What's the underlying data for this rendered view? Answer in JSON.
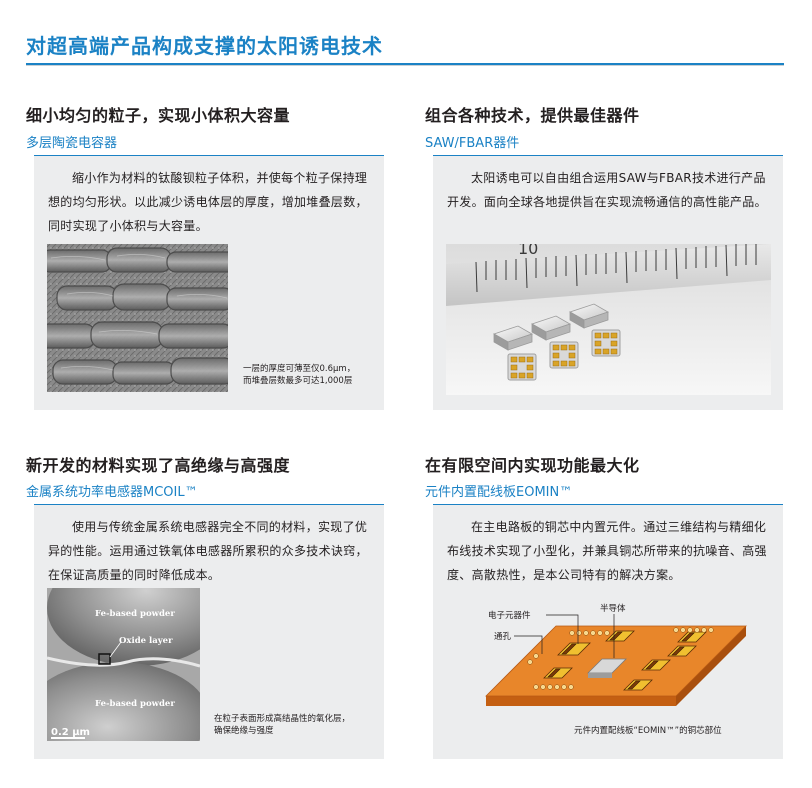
{
  "page": {
    "title": "对超高端产品构成支撑的太阳诱电技术"
  },
  "sections": [
    {
      "heading": "细小均匀的粒子，实现小体积大容量",
      "subheading": "多层陶瓷电容器",
      "body": "缩小作为材料的钛酸钡粒子体积，并使每个粒子保持理想的均匀形状。以此减少诱电体层的厚度，增加堆叠层数，同时实现了小体积与大容量。",
      "caption_lines": [
        "一层的厚度可薄至仅0.6μm，",
        "而堆叠层数最多可达1,000层"
      ]
    },
    {
      "heading": "组合各种技术，提供最佳器件",
      "subheading": "SAW/FBAR器件",
      "body": "太阳诱电可以自由组合运用SAW与FBAR技术进行产品开发。面向全球各地提供旨在实现流畅通信的高性能产品。",
      "photo_text": "10"
    },
    {
      "heading": "新开发的材料实现了高绝缘与高强度",
      "subheading": "金属系统功率电感器MCOIL™",
      "body": "使用与传统金属系统电感器完全不同的材料，实现了优异的性能。运用通过铁氧体电感器所累积的众多技术诀窍，在保证高质量的同时降低成本。",
      "micro_labels": {
        "top": "Fe-based powder",
        "middle": "Oxide layer",
        "bottom": "Fe-based powder",
        "scale": "0.2 μm"
      },
      "caption_lines": [
        "在粒子表面形成高结晶性的氧化层，",
        "确保绝缘与强度"
      ]
    },
    {
      "heading": "在有限空间内实现功能最大化",
      "subheading": "元件内置配线板EOMIN™",
      "body": "在主电路板的铜芯中内置元件。通过三维结构与精细化布线技术实现了小型化，并兼具铜芯所带来的抗噪音、高强度、高散热性，是本公司特有的解决方案。",
      "diagram_labels": {
        "component": "电子元器件",
        "semiconductor": "半导体",
        "via": "通孔"
      },
      "caption": "元件内置配线板“EOMIN™”的铜芯部位"
    }
  ],
  "colors": {
    "accent": "#1b82c5",
    "panel": "#ecedee",
    "text": "#231f20",
    "copper": "#e07a22"
  }
}
